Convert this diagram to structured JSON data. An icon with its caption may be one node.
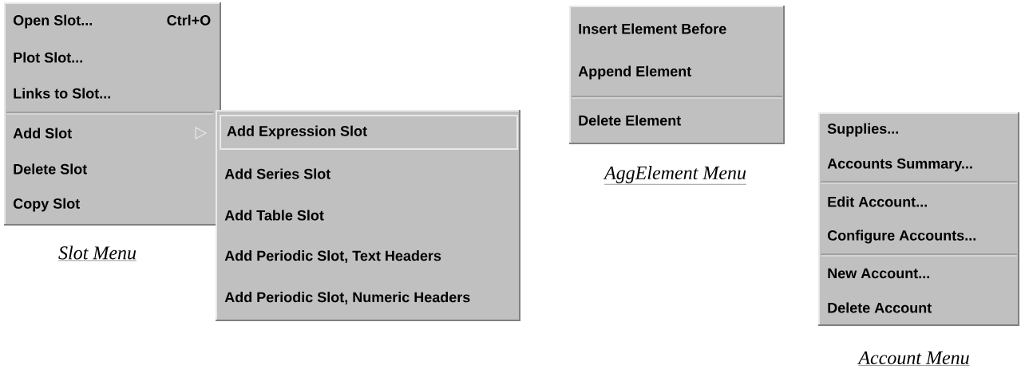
{
  "diagram": {
    "nodes": [
      {
        "text": [],
        "shape": "box",
        "beside": [
          "Slot Menu"
        ]
      },
      {
        "text": [
          "Open Slot...",
          "Ctrl+O"
        ],
        "in": 0
      },
      {
        "text": [
          "Plot Slot..."
        ],
        "in": 0
      },
      {
        "text": [
          "Links to Slot..."
        ],
        "in": 0
      },
      {
        "text": [
          "Add Slot"
        ],
        "in": 0
      },
      {
        "text": [
          "Delete Slot"
        ],
        "in": 0
      },
      {
        "text": [
          "Copy Slot"
        ],
        "in": 0
      },
      {
        "text": [],
        "shape": "box"
      },
      {
        "text": [
          "Add Expression Slot"
        ],
        "in": 7
      },
      {
        "text": [
          "Add Series Slot"
        ],
        "in": 7
      },
      {
        "text": [
          "Add Table Slot"
        ],
        "in": 7
      },
      {
        "text": [
          "Add Periodic Slot, Text Headers"
        ],
        "in": 7
      },
      {
        "text": [
          "Add Periodic Slot, Numeric Headers"
        ],
        "in": 7
      },
      {
        "text": [],
        "shape": "box",
        "beside": [
          "AggElement Menu"
        ]
      },
      {
        "text": [
          "Insert Element Before"
        ],
        "in": 13
      },
      {
        "text": [
          "Append Element"
        ],
        "in": 13
      },
      {
        "text": [
          "Delete Element"
        ],
        "in": 13
      },
      {
        "text": [],
        "shape": "box",
        "beside": [
          "Account Menu"
        ]
      },
      {
        "text": [
          "Supplies..."
        ],
        "in": 17
      },
      {
        "text": [
          "Accounts Summary..."
        ],
        "in": 17
      },
      {
        "text": [
          "Edit Account..."
        ],
        "in": 17
      },
      {
        "text": [
          "Configure Accounts..."
        ],
        "in": 17
      },
      {
        "text": [
          "New Account..."
        ],
        "in": 17
      },
      {
        "text": [
          "Delete Account"
        ],
        "in": 17
      }
    ]
  }
}
